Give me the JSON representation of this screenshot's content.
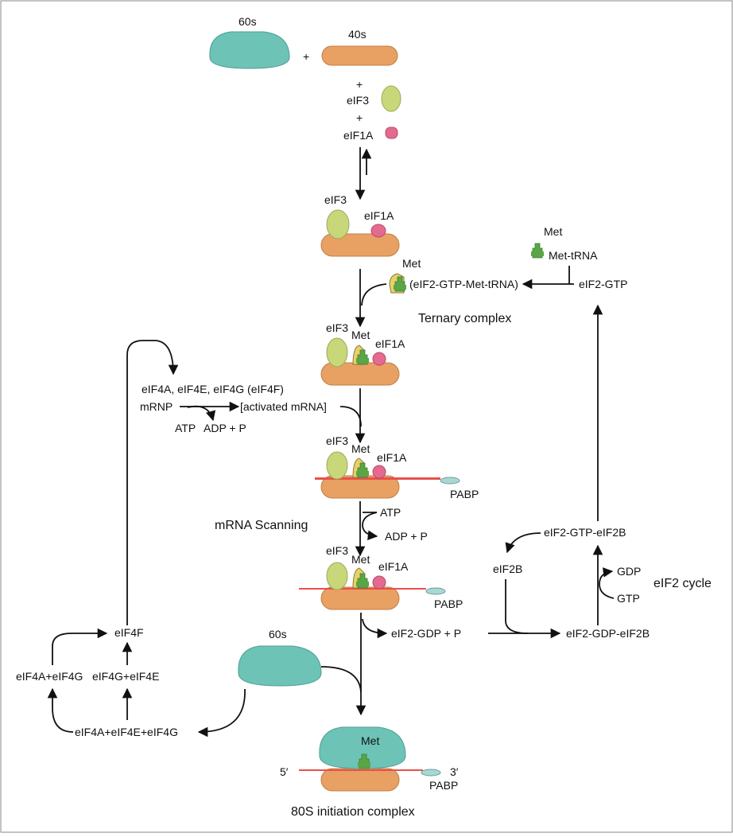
{
  "colors": {
    "ribosome_60s": "#6cc3b6",
    "ribosome_40s": "#e8a063",
    "eif3": "#c8d77a",
    "eif1a": "#e46b8f",
    "met_trna": "#5aa545",
    "eif2_ternary": "#e9d06a",
    "mrna": "#e8514a",
    "pabp": "#a9d8d3",
    "line": "#111111"
  },
  "icons": [
    "ribosome-60s-icon",
    "ribosome-40s-icon",
    "eif3-icon",
    "eif1a-icon",
    "met-trna-icon",
    "eif2-icon",
    "mrna-strand-icon",
    "pabp-icon"
  ],
  "labels": {
    "top_60s": "60s",
    "top_40s": "40s",
    "plus1": "+",
    "plus2": "+",
    "plus3": "+",
    "eif3_a": "eIF3",
    "eif1a_a": "eIF1A",
    "eif3_b": "eIF3",
    "eif1a_b": "eIF1A",
    "met_top": "Met",
    "met_trna": "Met-tRNA",
    "met_ternary": "Met",
    "ternary_text": "(eIF2-GTP-Met-tRNA)",
    "eif2_gtp_top": "eIF2-GTP",
    "ternary_complex": "Ternary complex",
    "eif3_c": "eIF3",
    "met_c": "Met",
    "eif1a_c": "eIF1A",
    "eif4_factors": "eIF4A, eIF4E, eIF4G (eIF4F)",
    "mrnp": "mRNP",
    "activated_mrna": "[activated mRNA]",
    "atp_a": "ATP",
    "adp_a": "ADP + P",
    "eif3_d": "eIF3",
    "met_d": "Met",
    "eif1a_d": "eIF1A",
    "pabp_d": "PABP",
    "mrna_scanning": "mRNA Scanning",
    "atp_b": "ATP",
    "adp_b": "ADP + P",
    "eif3_e": "eIF3",
    "met_e": "Met",
    "eif1a_e": "eIF1A",
    "pabp_e": "PABP",
    "eif2_gtp_eif2b": "eIF2-GTP-eIF2B",
    "eif2b": "eIF2B",
    "gdp": "GDP",
    "gtp": "GTP",
    "eif2_cycle": "eIF2 cycle",
    "eif2_gdp_p": "eIF2-GDP + P",
    "eif2_gdp_eif2b": "eIF2-GDP-eIF2B",
    "eif4f": "eIF4F",
    "eif4a_eif4g": "eIF4A+eIF4G",
    "eif4g_eif4e": "eIF4G+eIF4E",
    "eif4a_eif4e_eif4g": "eIF4A+eIF4E+eIF4G",
    "bottom_60s": "60s",
    "met_80s": "Met",
    "five_prime": "5′",
    "three_prime": "3′",
    "pabp_80s": "PABP",
    "initiation_complex": "80S initiation complex"
  }
}
